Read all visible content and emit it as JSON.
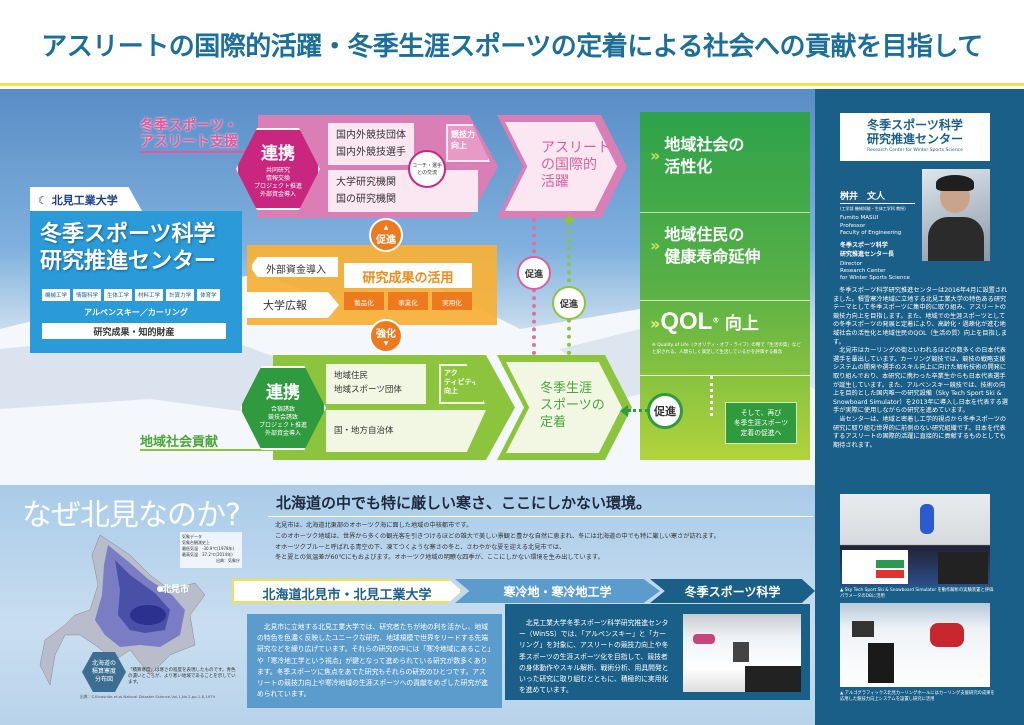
{
  "title": "アスリートの国際的活躍・冬季生涯スポーツの定着による社会への貢献を目指して",
  "colors": {
    "pink": "#d97fb6",
    "magenta": "#c8267f",
    "blue": "#2a9ad8",
    "orange": "#f5b13a",
    "green": "#8cc43e",
    "dark_green": "#2f9a3e",
    "panel": "#1a5f88"
  },
  "athlete": {
    "label": "冬季スポーツ・\nアスリート支援",
    "hex": {
      "title": "連携",
      "items": [
        "共同研究",
        "情報交換",
        "プロジェクト推進",
        "外部資金導入"
      ]
    },
    "box1": [
      "国内外競技団体",
      "国内外競技選手"
    ],
    "box2": [
      "大学研究機関",
      "国の研究機関"
    ],
    "coach": "コーチ・選手\nとの交流",
    "result": "競技力\n向上",
    "goal": "アスリート\nの国際的\n活躍"
  },
  "center": {
    "univ": "北見工業大学",
    "name": "冬季スポーツ科学\n研究推進センター",
    "fields": [
      "機械工学",
      "情報科学",
      "生体工学",
      "材料工学",
      "計算力学",
      "体育学"
    ],
    "sports": "アルペンスキー／カーリング",
    "ip": "研究成果・知的財産"
  },
  "research": {
    "funding": "外部資金導入",
    "pr": "大学広報",
    "title": "研究成果の活用",
    "items": [
      "製品化",
      "事業化",
      "実用化"
    ],
    "promote": "促進",
    "strengthen": "強化"
  },
  "community": {
    "label": "地域社会貢献",
    "hex": {
      "title": "連携",
      "items": [
        "合宿誘致",
        "競技会誘致",
        "プロジェクト推進",
        "外部資金導入"
      ]
    },
    "box1": [
      "地域住民",
      "地域スポーツ団体"
    ],
    "box2": "国・地方自治体",
    "result": "アク\nティビティ\n向上",
    "goal": "冬季生涯\nスポーツの\n定着"
  },
  "promote": "促進",
  "outcomes": {
    "o1": "地域社会の\n活性化",
    "o2": "地域住民の\n健康寿命延伸",
    "qol": "QOL",
    "qol_mark": "®",
    "qol_suffix": "向上",
    "qol_note": "※ Quality of Life（クオリティ・オブ・ライフ）の略で「生活の質」などと訳される。人間らしく満足して生活しているかを評価する概念",
    "again": "そして、再び\n冬季生涯スポーツ\n定着の促進へ",
    "promote": "促進"
  },
  "panel": {
    "title": "冬季スポーツ科学\n研究推進センター",
    "subtitle": "Research Center for Winter Sports Science",
    "person": "桝井　文人",
    "dept": "(工学部 機械知能・生体工学科 教授)",
    "en": "Fumito MASUI\nProfessor\nFaculty of Engineering",
    "role": "冬季スポーツ科学\n研究推進センター長",
    "role_en": "Director\nResearch Center\nfor Winter Sports Science",
    "body": "　冬季スポーツ科学研究推進センターは2016年4月に設置されました。積雪寒冷地域に立地する北見工業大学の特色ある研究テーマとして冬季スポーツに集中的に取り組み、アスリートの競技力向上を目指します。また、地域での生涯スポーツとしての冬季スポーツの発展と定着により、高齢化・過疎化が進む地域社会の活性化と地域住民のQOL（生活の質）向上を目指します。\n　北見市はカーリングの街といわれるほどの数多くの日本代表選手を輩出しています。カーリング競技では、競技の戦略支援システムの開発や選手のスキル向上に向けた解析技術の開発に取り組んでおり、本研究に携わった卒業生からも日本代表選手が誕生しています。また、アルペンスキー競技では、技術の向上を目的とした国内唯一の研究設備（Sky Tech Sport Ski & Snowboard Simulator）を2013年に導入し日本を代表する選手が実際に使用しながらの研究を進めています。\n　当センターは、地域と密着し工学的視点から冬季スポーツの研究に取り組む世界的に前例のない研究組織です。日本を代表するアスリートの国際的活躍に直接的に貢献するものとしても期待されます。",
    "cap1": "▲ Sky Tech Sport Ski & Snowboard Simulator を動作解析の実験装置と評価パラメータのDBに活用",
    "cap2": "▲ アルゴグラフィックス北見カーリングホールにはカーリング支援研究の成果を応用した競技力向上システムを設置し研究に活用"
  },
  "why": {
    "title": "なぜ北見なのか?",
    "headline": "北海道の中でも特に厳しい寒さ、ここにしかない環境。",
    "lines": [
      "北見市は、北海道北東部のオホーツク海に面した地域の中核都市です。",
      "このオホーツク地域は、世界から多くの観光客を引きつけるほどの雄大で美しい景観と豊かな自然に恵まれ、冬には北海道の中でも特に厳しい寒さが訪れます。",
      "オホーツクブルーと呼ばれる青空の下、凍てつくような寒さの冬と、さわやかな夏を迎える北見市では、",
      "冬と夏との気温差が60℃にもおよびます。オホーツク地域の明瞭な四季が、ここにしかない環境を生み出しています。"
    ],
    "weather": [
      "気象データ",
      "気象台観測史上",
      "最低気温　-30.9℃(1978年)",
      "最高気温　37.2℃(2014年)",
      "出典：気象庁"
    ],
    "city": "北見市",
    "map_label": "北海道の\n積算寒度\n分布図",
    "map_note": "「積算寒度」は寒さの程度を表現したものです。青色の濃いところが、より寒い地域であることを示しています。",
    "source": "出典：S.Kinoshita et.al.Natural Disaster Science,Vol.1,No.2,pp.1-8,1979"
  },
  "ribbon": [
    "北海道北見市・北見工業大学",
    "寒冷地・寒冷地工学",
    "冬季スポーツ科学"
  ],
  "box_left": "　北見市に立地する北見工業大学では、研究者たちが地の利を活かし、地域の特色を色濃く反映したユニークな研究、地球規模で世界をリードする先端研究などを繰り広げています。それらの研究の中には「寒冷地域にあること」や「寒冷地工学という視点」が鍵となって進められている研究が数多くあります。冬季スポーツに焦点をあてた研究もそれらの研究のひとつです。アスリートの競技力向上や寒冷地域の生涯スポーツへの貢献をめざした研究が進められています。",
  "box_right": "　北見工業大学冬季スポーツ科学研究推進センター（WinSS）では、「アルペンスキー」と「カーリング」を対象に、アスリートの競技力向上や冬季スポーツの生涯スポーツ化を目指して、競技者の身体動作やスキル解析、戦術分析、用具開発といった研究に取り組むとともに、積極的に実用化を進めています。"
}
